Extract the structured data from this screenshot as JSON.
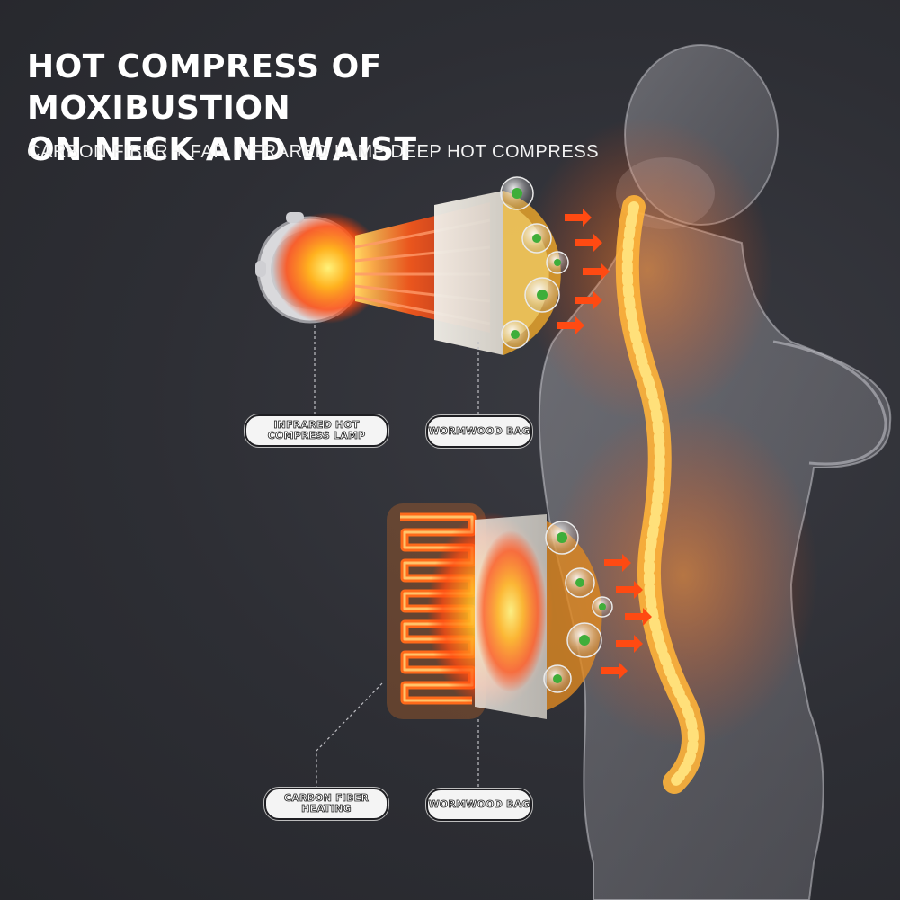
{
  "headline": "HOT COMPRESS OF MOXIBUSTION\nON NECK AND WAIST",
  "subheadline": "CARBON FIBER + FAR INFRARED LAMP DEEP HOT COMPRESS",
  "labels": {
    "infrared_lamp": "INFRARED HOT\nCOMPRESS LAMP",
    "wormwood_bag_neck": "WORMWOOD BAG",
    "carbon_fiber": "CARBON FIBER\nHEATING",
    "wormwood_bag_waist": "WORMWOOD BAG"
  },
  "colors": {
    "background": "#2e2f35",
    "heat_orange": "#ff6a1a",
    "heat_yellow": "#ffd23a",
    "herb_green": "#3fae3a"
  }
}
